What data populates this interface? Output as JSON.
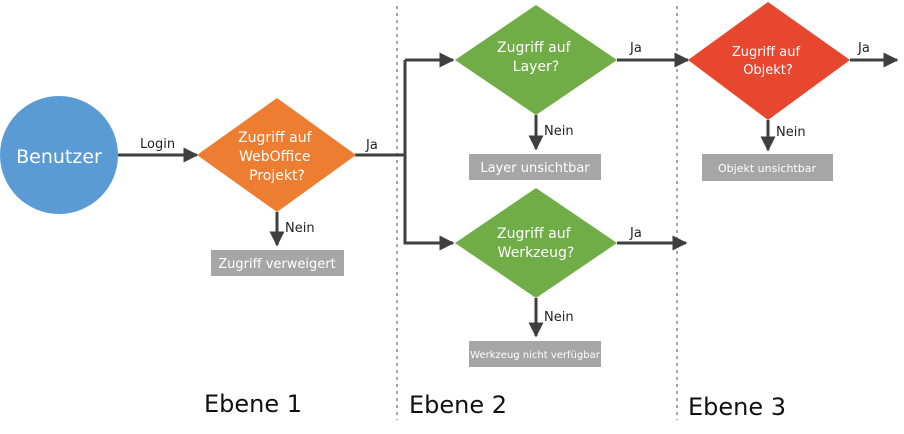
{
  "colors": {
    "user": "#5b9bd5",
    "project": "#ed7d31",
    "access": "#70ad47",
    "object": "#e8472f",
    "denied_box": "#a6a6a6",
    "arrow": "#3f3f3f",
    "divider": "#a6a6a6"
  },
  "nodes": {
    "user": "Benutzer",
    "project": [
      "Zugriff auf",
      "WebOffice",
      "Projekt?"
    ],
    "layer": [
      "Zugriff auf",
      "Layer?"
    ],
    "tool": [
      "Zugriff auf",
      "Werkzeug?"
    ],
    "object": [
      "Zugriff auf",
      "Objekt?"
    ]
  },
  "results": {
    "project_denied": "Zugriff verweigert",
    "layer_hidden": "Layer unsichtbar",
    "tool_unavailable": "Werkzeug nicht verfügbar",
    "object_hidden": "Objekt unsichtbar"
  },
  "edge_labels": {
    "login": "Login",
    "yes": "Ja",
    "no": "Nein"
  },
  "levels": [
    "Ebene 1",
    "Ebene 2",
    "Ebene 3"
  ]
}
